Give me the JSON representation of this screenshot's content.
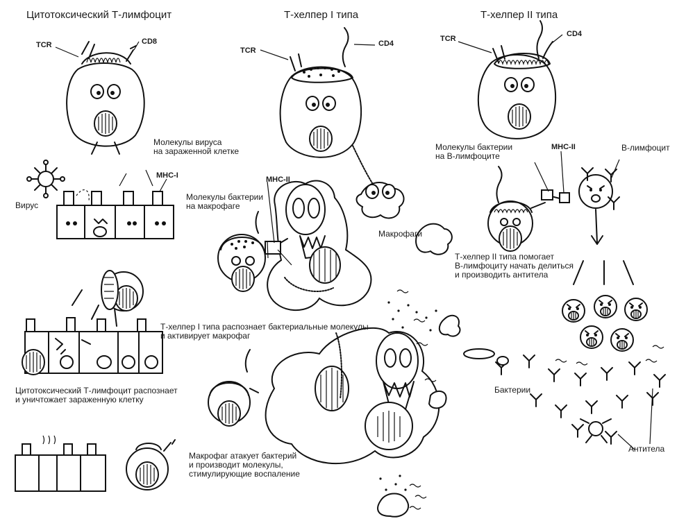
{
  "headers": {
    "cytotoxic": "Цитотоксический Т-лимфоцит",
    "th1": "Т-хелпер I типа",
    "th2": "Т-хелпер II типа"
  },
  "markers": {
    "tcr": "TCR",
    "cd8": "CD8",
    "cd4": "CD4",
    "mhc1": "MHC-I",
    "mhc2": "MHC-II"
  },
  "labels": {
    "virus_molecules": "Молекулы вируса\nна зараженной клетке",
    "virus": "Вирус",
    "bacteria_on_macrophage": "Молекулы бактерии\nна макрофаге",
    "macrophages": "Макрофаги",
    "bacteria_on_b": "Молекулы бактерии\nна В-лимфоците",
    "b_lymphocyte": "В-лимфоцит",
    "th2_helps": "Т-хелпер II типа помогает\nВ-лимфоциту начать делиться\nи производить антитела",
    "th1_recognizes": "Т-хелпер I типа распознает бактериальные молекулы\nи активирует макрофаг",
    "cytotoxic_recognizes": "Цитотоксический Т-лимфоцит распознает\nи уничтожает зараженную клетку",
    "macrophage_attacks": "Макрофаг атакует бактерий\nи производит молекулы,\nстимулирующие воспаление",
    "bacteria": "Бактерии",
    "antibodies": "Антитела"
  }
}
